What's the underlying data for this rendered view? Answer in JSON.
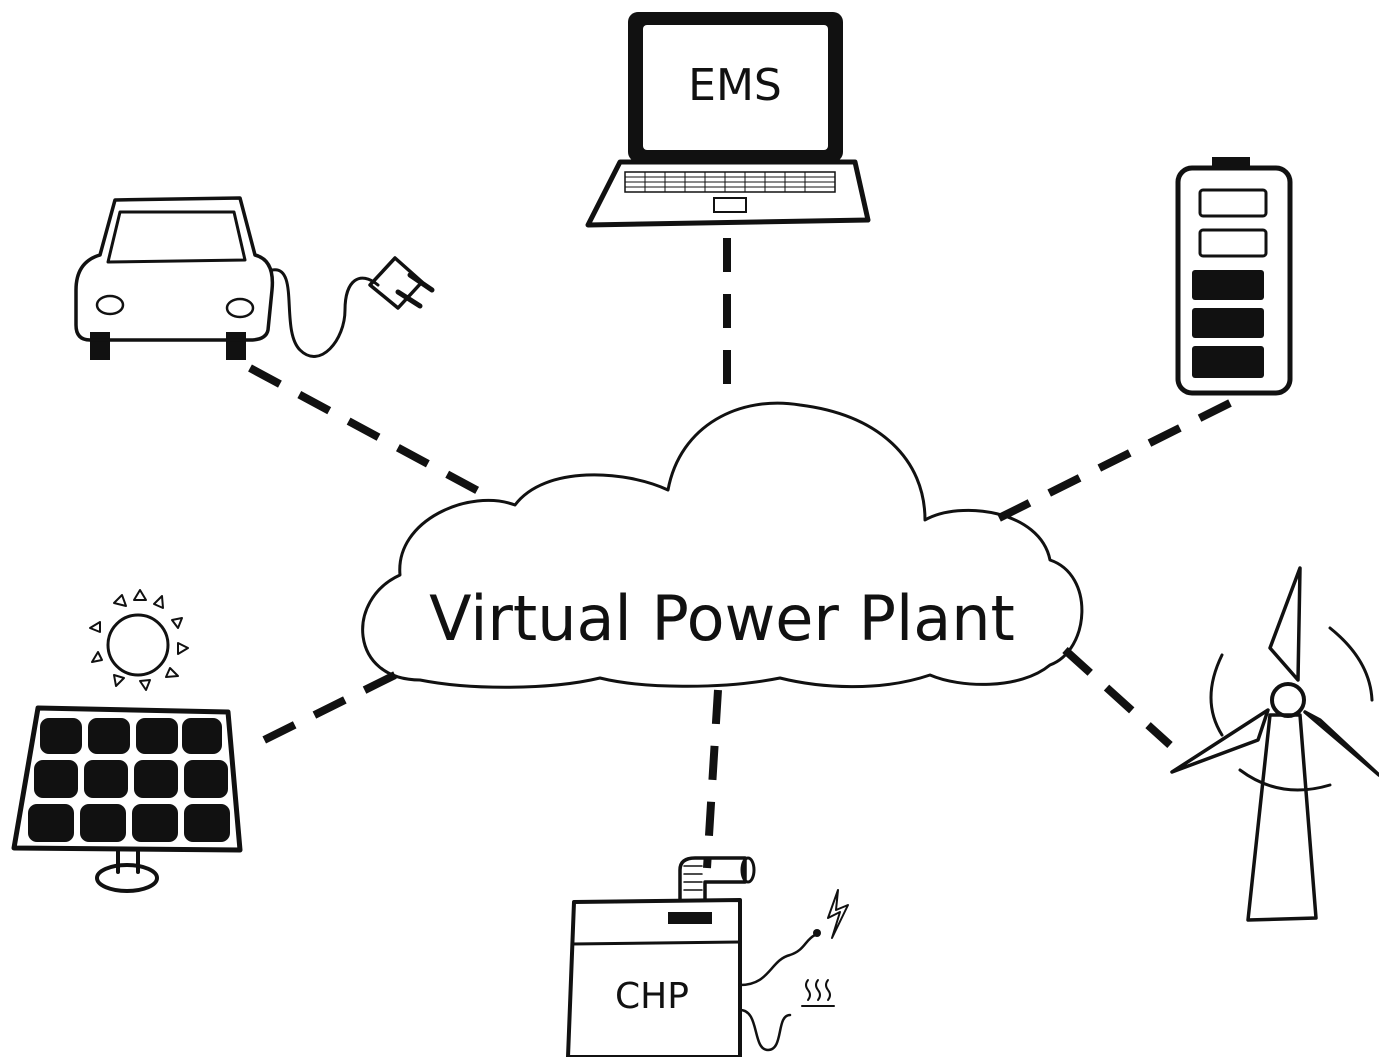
{
  "diagram": {
    "center_label": "Virtual Power Plant",
    "ems_label": "EMS",
    "chp_label": "CHP",
    "colors": {
      "ink": "#111111",
      "background": "#ffffff"
    }
  }
}
